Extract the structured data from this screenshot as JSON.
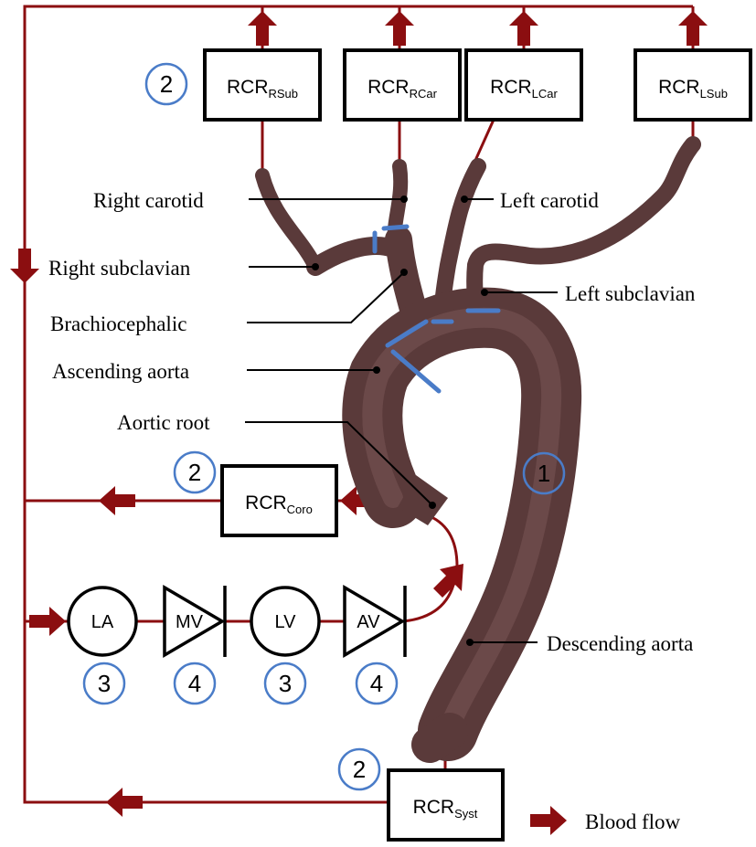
{
  "rcr_boxes": {
    "rsub": {
      "base": "RCR",
      "sub": "RSub"
    },
    "rcar": {
      "base": "RCR",
      "sub": "RCar"
    },
    "lcar": {
      "base": "RCR",
      "sub": "LCar"
    },
    "lsub": {
      "base": "RCR",
      "sub": "LSub"
    },
    "coro": {
      "base": "RCR",
      "sub": "Coro"
    },
    "syst": {
      "base": "RCR",
      "sub": "Syst"
    }
  },
  "vessel_labels": {
    "right_carotid": "Right carotid",
    "left_carotid": "Left carotid",
    "right_subclavian": "Right subclavian",
    "left_subclavian": "Left subclavian",
    "brachiocephalic": "Brachiocephalic",
    "ascending_aorta": "Ascending aorta",
    "aortic_root": "Aortic root",
    "descending_aorta": "Descending aorta"
  },
  "heart_nodes": {
    "la": "LA",
    "mv": "MV",
    "lv": "LV",
    "av": "AV"
  },
  "badges": {
    "aorta": "1",
    "rsub": "2",
    "coro": "2",
    "syst": "2",
    "la": "3",
    "mv": "4",
    "lv": "3",
    "av": "4"
  },
  "legend": {
    "blood_flow": "Blood flow"
  },
  "colors": {
    "circuit": "#8b0e10",
    "vessel": "#5a3a3a",
    "vessel_highlight": "#7a5656",
    "badge": "#4a7cc8",
    "cut_plane": "#4a7cc8"
  }
}
